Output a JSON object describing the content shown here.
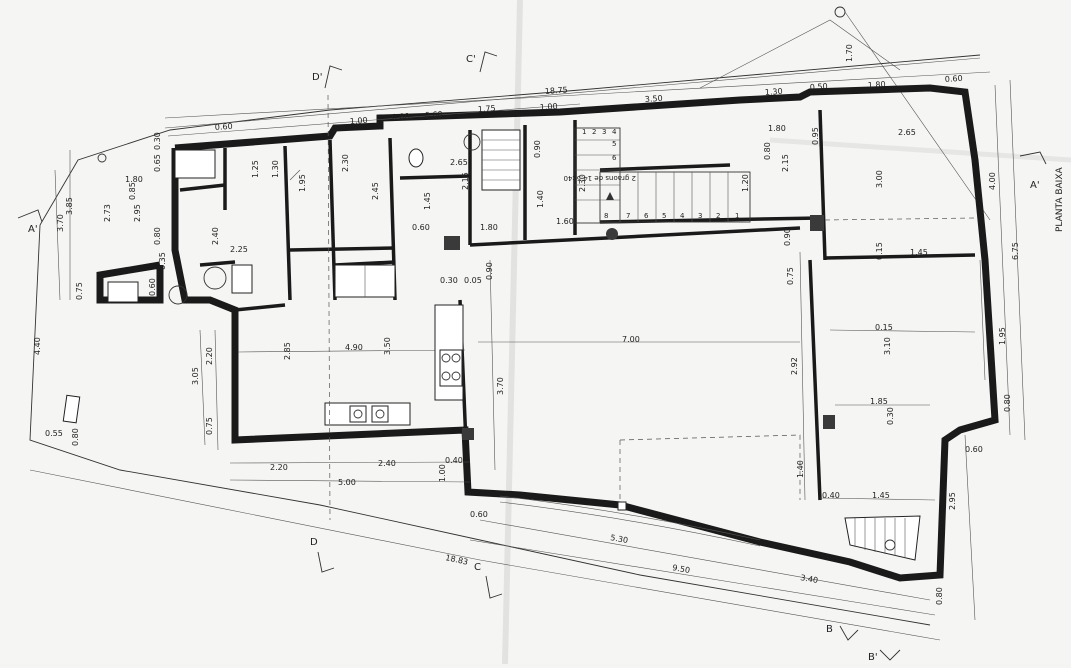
{
  "drawing": {
    "title": "PLANTA BAIXA",
    "stair_note": "2 graons de 14.5x40",
    "sections": {
      "c_top": "C'",
      "d_top": "D'",
      "c_bottom": "C",
      "d_bottom": "D",
      "b_bottom": "B",
      "b_prime": "B'",
      "a_left": "A'",
      "a_right": "A'"
    },
    "steps": [
      "1",
      "2",
      "3",
      "4",
      "5",
      "6",
      "1",
      "2",
      "3",
      "4",
      "5",
      "6",
      "7",
      "8"
    ]
  },
  "dims": {
    "top_total": "18.75",
    "top_1": "0.60",
    "top_2": "1.00",
    "top_3": "0.80",
    "top_4": "0.60",
    "top_5": "1.75",
    "top_6": "1.00",
    "top_7": "3.50",
    "top_8": "1.30",
    "top_9": "0.50",
    "top_10": "1.80",
    "top_11": "0.60",
    "top_12": "1.70",
    "right_1": "4.00",
    "right_2": "6.75",
    "right_3": "1.95",
    "right_4": "0.80",
    "right_5": "0.60",
    "right_6": "2.95",
    "right_7": "0.80",
    "bottom_total": "18.83",
    "bottom_1": "2.20",
    "bottom_2": "2.40",
    "bottom_3": "5.00",
    "bottom_4": "0.40",
    "bottom_5": "0.60",
    "bottom_6": "5.30",
    "bottom_7": "9.50",
    "bottom_8": "3.40",
    "bottom_9": "0.55",
    "bottom_10": "0.80",
    "left_1": "0.65",
    "left_2": "0.30",
    "left_3": "2.95",
    "left_4": "2.73",
    "left_5": "3.70",
    "left_6": "3.85",
    "left_7": "4.40",
    "left_8": "0.75",
    "left_9": "0.80",
    "left_10": "0.35",
    "left_11": "0.60",
    "left_12": "3.05",
    "left_13": "2.20",
    "left_14": "0.75",
    "left_15": "0.85",
    "left_16": "1.80",
    "in_1": "7.00",
    "in_2": "3.70",
    "in_3": "2.92",
    "in_4": "0.75",
    "in_5": "3.10",
    "in_6": "0.15",
    "in_7": "1.85",
    "in_8": "0.30",
    "in_9": "1.40",
    "in_10": "1.45",
    "in_11": "0.40",
    "in_12": "1.00",
    "in_13": "2.85",
    "in_14": "4.90",
    "in_15": "3.50",
    "in_16": "2.40",
    "in_17": "1.25",
    "in_18": "1.30",
    "in_19": "1.95",
    "in_20": "2.30",
    "in_21": "2.45",
    "in_22": "2.15",
    "in_23": "2.65",
    "in_24": "1.80",
    "in_25": "1.45",
    "in_26": "1.60",
    "in_27": "2.30",
    "in_28": "1.40",
    "in_29": "0.90",
    "in_30": "1.20",
    "in_31": "2.15",
    "in_32": "3.00",
    "in_33": "2.65",
    "in_34": "1.80",
    "in_35": "0.90",
    "in_36": "0.95",
    "in_37": "0.30",
    "in_38": "0.05",
    "in_39": "0.90",
    "in_40": "0.60",
    "in_41": "2.25",
    "in_42": "0.15",
    "in_43": "1.45",
    "in_44": "0.80"
  }
}
